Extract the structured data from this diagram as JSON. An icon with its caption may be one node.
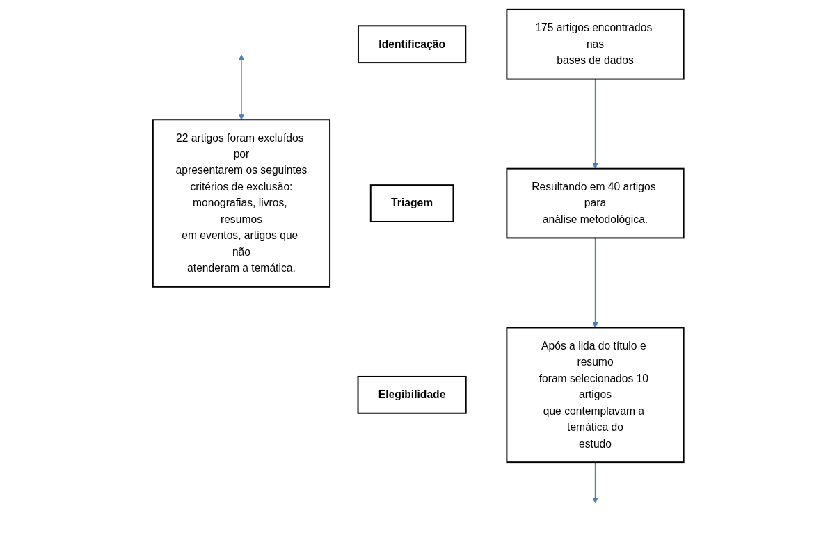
{
  "diagram": {
    "nodes": [
      {
        "text": [
          "Identificação"
        ]
      },
      {
        "text": [
          "175 artigos encontrados nas bases de dados"
        ]
      },
      {
        "text": [
          "22 artigos foram excluídos por apresentarem os seguintes critérios de exclusão: monografias, livros, resumos em eventos, artigos que não atenderam a temática."
        ]
      },
      {
        "text": [
          "Triagem"
        ]
      },
      {
        "text": [
          "Resultando em 40 artigos para análise metodológica."
        ]
      },
      {
        "text": [
          "Elegibilidade"
        ]
      },
      {
        "text": [
          "Após a lida do título e resumo foram selecionados 10 artigos que contemplavam a temática do estudo"
        ]
      }
    ],
    "edges": [
      {
        "from": 1,
        "to": 4,
        "arrow": "to"
      },
      {
        "from": null,
        "to": 2,
        "arrow": "both"
      },
      {
        "from": 4,
        "to": 6,
        "arrow": "to"
      },
      {
        "from": 6,
        "to": null,
        "arrow": "to"
      }
    ]
  }
}
